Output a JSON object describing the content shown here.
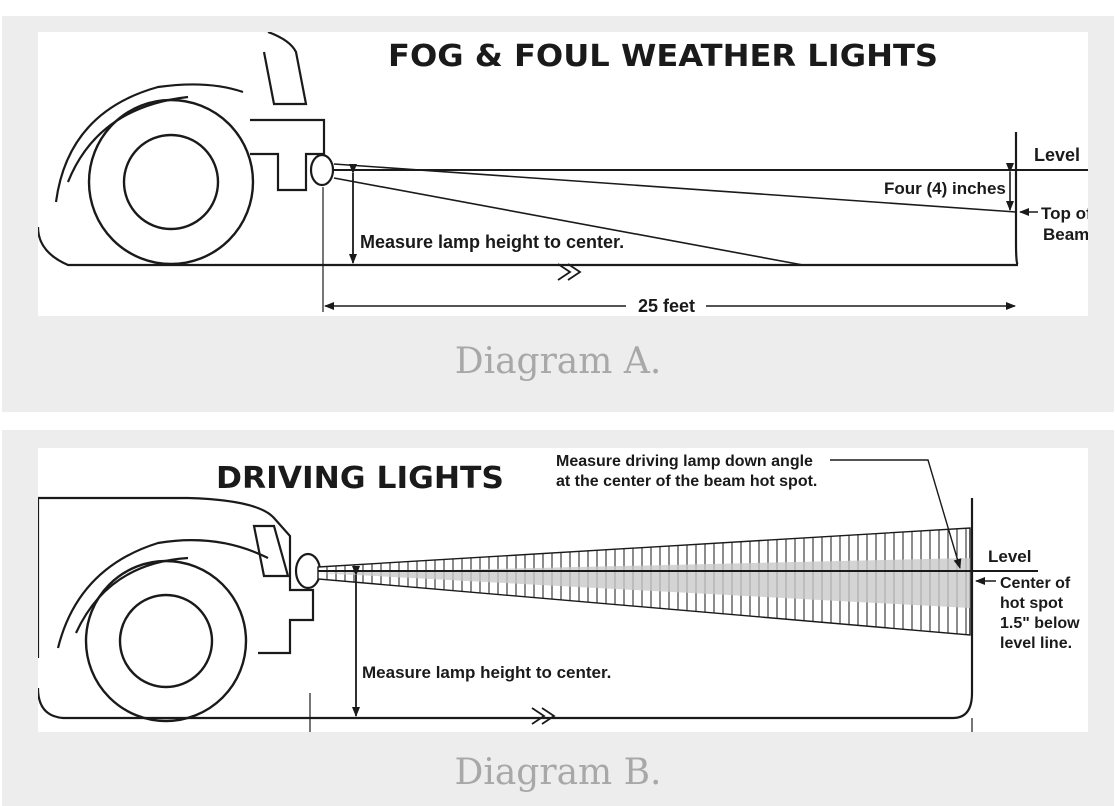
{
  "diagram_a": {
    "title": "FOG & FOUL WEATHER  LIGHTS",
    "level_label": "Level",
    "offset_label": "Four (4) inches",
    "top_of_beam_label_1": "Top of",
    "top_of_beam_label_2": "Beam",
    "measure_label": "Measure lamp height to center.",
    "distance_label": "25 feet",
    "caption": "Diagram A."
  },
  "diagram_b": {
    "title": "DRIVING LIGHTS",
    "angle_note_1": "Measure driving lamp down angle",
    "angle_note_2": "at the center of the beam hot spot.",
    "level_label": "Level",
    "hotspot_label_1": "Center of",
    "hotspot_label_2": "hot spot",
    "hotspot_label_3": "1.5\" below",
    "hotspot_label_4": "level line.",
    "measure_label": "Measure lamp height to center.",
    "caption": "Diagram B."
  }
}
